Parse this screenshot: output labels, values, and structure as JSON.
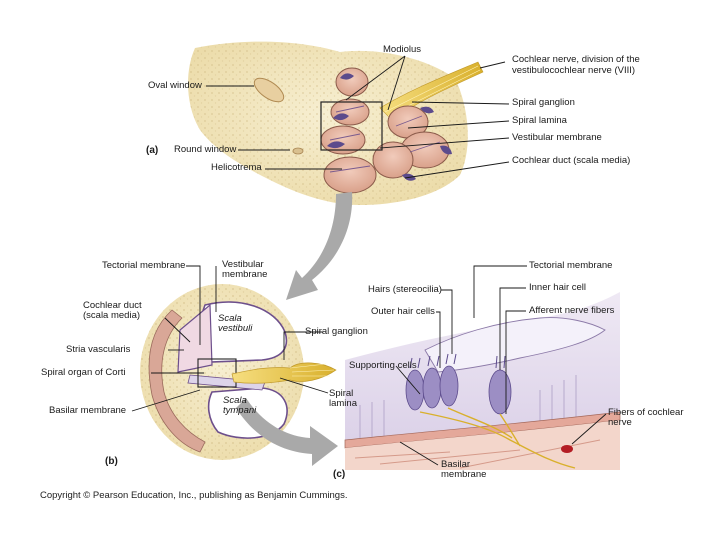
{
  "panels": {
    "a": "(a)",
    "b": "(b)",
    "c": "(c)"
  },
  "panel_a": {
    "modiolus": "Modiolus",
    "oval_window": "Oval window",
    "round_window": "Round window",
    "helicotrema": "Helicotrema",
    "cochlear_nerve_line1": "Cochlear nerve, division of the",
    "cochlear_nerve_line2": "vestibulocochlear nerve (VIII)",
    "spiral_ganglion": "Spiral ganglion",
    "spiral_lamina": "Spiral lamina",
    "vestibular_membrane": "Vestibular membrane",
    "cochlear_duct": "Cochlear duct (scala media)"
  },
  "panel_b": {
    "tectorial_membrane": "Tectorial membrane",
    "vestibular_membrane_line1": "Vestibular",
    "vestibular_membrane_line2": "membrane",
    "cochlear_duct_line1": "Cochlear duct",
    "cochlear_duct_line2": "(scala media)",
    "scala_vestibuli_line1": "Scala",
    "scala_vestibuli_line2": "vestibuli",
    "spiral_ganglion": "Spiral ganglion",
    "stria_vascularis": "Stria vascularis",
    "spiral_organ": "Spiral organ of Corti",
    "scala_tympani_line1": "Scala",
    "scala_tympani_line2": "tympani",
    "spiral_lamina_line1": "Spiral",
    "spiral_lamina_line2": "lamina",
    "basilar_membrane": "Basilar membrane"
  },
  "panel_c": {
    "tectorial_membrane": "Tectorial membrane",
    "hairs": "Hairs (stereocilia)",
    "inner_hair_cell": "Inner hair cell",
    "outer_hair_cells": "Outer hair cells",
    "afferent_fibers": "Afferent nerve fibers",
    "supporting_cells": "Supporting cells",
    "fibers_line1": "Fibers of cochlear",
    "fibers_line2": "nerve",
    "basilar_line1": "Basilar",
    "basilar_line2": "membrane"
  },
  "copyright": "Copyright © Pearson Education, Inc., publishing as Benjamin Cummings.",
  "colors": {
    "bone": "#f3e8c4",
    "duct_pink": "#e6b7a4",
    "membrane_purple": "#5c4b8c",
    "nerve_yellow": "#e9c84a",
    "arrow_gray": "#a9a9a9",
    "soft_lilac": "#ddd4ea"
  }
}
